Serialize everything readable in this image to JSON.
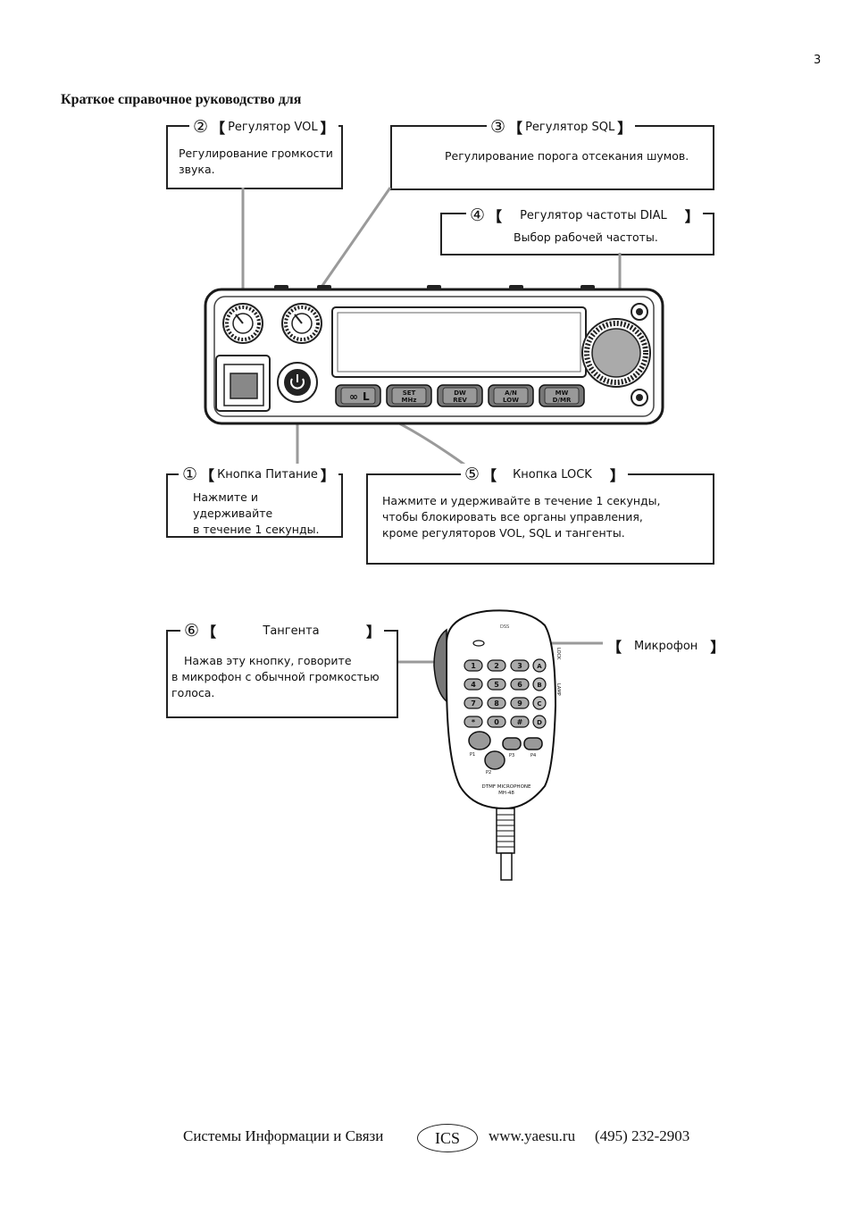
{
  "page_number": "3",
  "title": "Краткое справочное руководство для",
  "callouts": {
    "vol": {
      "num": "②",
      "title": "Регулятор VOL",
      "text": [
        "Регулирование громкости",
        "звука."
      ]
    },
    "sql": {
      "num": "③",
      "title": "Регулятор SQL",
      "text": [
        "Регулирование порога отсекания шумов."
      ]
    },
    "dial": {
      "num": "④",
      "title": "Регулятор частоты DIAL",
      "text": [
        "Выбор рабочей частоты."
      ]
    },
    "power": {
      "num": "①",
      "title": "Кнопка Питание",
      "text": [
        "Нажмите и удерживайте",
        "в течение 1 секунды."
      ]
    },
    "lock": {
      "num": "⑤",
      "title": "Кнопка LOCK",
      "text": [
        "Нажмите и удерживайте в течение 1 секунды,",
        "чтобы блокировать все органы управления,",
        "кроме регуляторов VOL, SQL и тангенты."
      ]
    },
    "ptt": {
      "num": "⑥",
      "title": "Тангента",
      "text": [
        "Нажав эту кнопку, говорите",
        "в микрофон с обычной громкостью",
        "голоса."
      ]
    },
    "mic": {
      "title": "Микрофон"
    }
  },
  "bracket_open": "【",
  "bracket_close": "】",
  "radio_buttons": [
    {
      "top": "",
      "bottom": "L"
    },
    {
      "top": "SET",
      "bottom": "MHz"
    },
    {
      "top": "DW",
      "bottom": "REV"
    },
    {
      "top": "A/N",
      "bottom": "LOW"
    },
    {
      "top": "MW",
      "bottom": "D/MR"
    }
  ],
  "mic_keys": [
    [
      "1",
      "2",
      "3",
      "A"
    ],
    [
      "4",
      "5",
      "6",
      "B"
    ],
    [
      "7",
      "8",
      "9",
      "C"
    ],
    [
      "*",
      "0",
      "#",
      "D"
    ]
  ],
  "mic_labels": {
    "model": "DTMF MICROPHONE",
    "model_no": "MH-48",
    "side_lock": "LOCK",
    "side_lamp": "LAMP",
    "p1": "P1",
    "p2": "P2",
    "p3": "P3",
    "p4": "P4"
  },
  "footer": {
    "company": "Системы Информации и Связи",
    "logo": "ICS",
    "website": "www.yaesu.ru",
    "phone": "(495) 232-2903"
  }
}
